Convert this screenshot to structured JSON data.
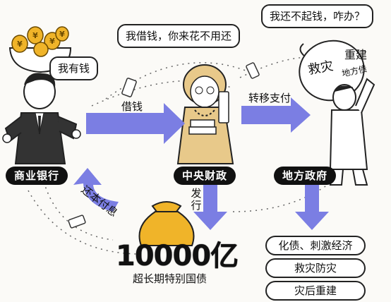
{
  "bubbles": {
    "bank": "我有钱",
    "finance": "我借钱，你来花不用还",
    "local": "我还不起钱，咋办？"
  },
  "tags": {
    "bank": "商业银行",
    "finance": "中央财政",
    "local": "地方政府"
  },
  "arrows": {
    "borrow": "借钱",
    "transfer": "转移支付",
    "repay": "还本付息",
    "issue": "发行"
  },
  "sack": {
    "left": "救灾",
    "right": "重建",
    "bottom": "地方债"
  },
  "bond": {
    "amount": "10000亿",
    "name": "超长期特别国债"
  },
  "uses": [
    "化债、刺激经济",
    "救灾防灾",
    "灾后重建"
  ],
  "colors": {
    "arrow": "#7b7ee3",
    "gold": "#f0b429",
    "tag": "#111111"
  }
}
